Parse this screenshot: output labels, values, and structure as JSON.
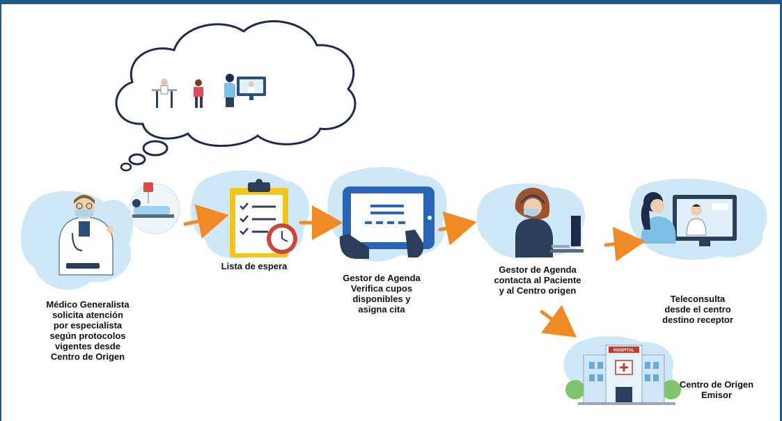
{
  "steps": [
    {
      "label_lines": [
        "Médico Generalista",
        "solicita atención",
        "por especialista",
        "según protocolos",
        "vigentes desde",
        "Centro de Origen"
      ]
    },
    {
      "label_lines": [
        "Lista de espera"
      ]
    },
    {
      "label_lines": [
        "Gestor de Agenda",
        "Verifica  cupos",
        "disponibles y",
        "asigna cita"
      ]
    },
    {
      "label_lines": [
        "Gestor de Agenda",
        "contacta al Paciente",
        "y al Centro origen"
      ]
    },
    {
      "label_lines": [
        "Teleconsulta",
        "desde el centro",
        "destino receptor"
      ]
    },
    {
      "label_lines": [
        "Centro de Origen",
        "Emisor"
      ]
    }
  ],
  "hospital_sign": "HOSPITAL",
  "colors": {
    "arrow": "#f08a24",
    "border": "#1f5a8a",
    "splash": "#bfe0f3",
    "cloud_stroke": "#1d2a4a"
  }
}
